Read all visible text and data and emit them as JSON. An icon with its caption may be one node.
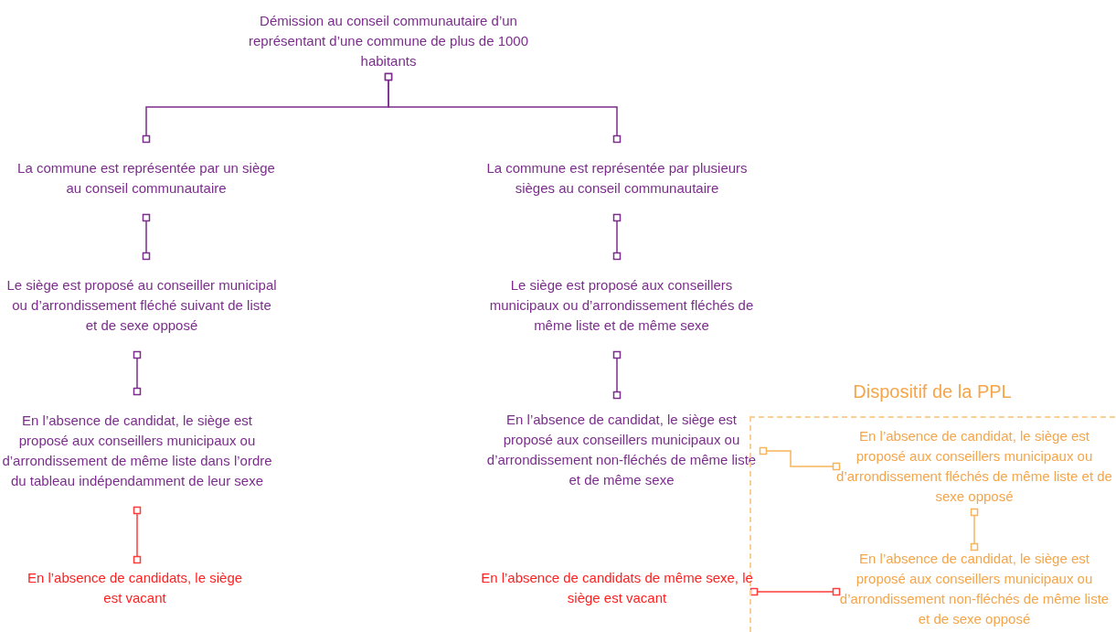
{
  "diagram": {
    "nodes": [
      {
        "text": [
          "Démission au conseil communautaire d’un représentant d’une commune de plus de 1000 habitants"
        ]
      },
      {
        "text": [
          "La commune est représentée par un siège au conseil communautaire"
        ]
      },
      {
        "text": [
          "La commune est représentée par plusieurs sièges au conseil communautaire"
        ]
      },
      {
        "text": [
          "Le siège est proposé au conseiller municipal ou d’arrondissement fléché suivant de liste et de sexe opposé"
        ]
      },
      {
        "text": [
          "Le siège est proposé aux conseillers municipaux ou d’arrondissement fléchés de même liste et de même sexe"
        ]
      },
      {
        "text": [
          "En l’absence de candidat, le siège est proposé aux conseillers municipaux ou d’arrondissement de même liste dans l’ordre du tableau indépendamment de leur sexe"
        ]
      },
      {
        "text": [
          "En l’absence de candidat, le siège est proposé aux conseillers municipaux ou d’arrondissement non-fléchés de même liste et de même sexe"
        ]
      },
      {
        "text": [
          "Dispositif de la PPL"
        ]
      },
      {
        "text": [
          "En l’absence de candidat, le siège est proposé aux conseillers municipaux ou d’arrondissement fléchés de même liste et de sexe opposé"
        ],
        "in": 7
      },
      {
        "text": [
          "En l’absence de candidats, le siège est vacant"
        ]
      },
      {
        "text": [
          "En l’absence de candidats de même sexe, le siège est vacant"
        ]
      },
      {
        "text": [
          "En l’absence de candidat, le siège est proposé aux conseillers municipaux ou d’arrondissement non-fléchés de même liste et de sexe opposé"
        ],
        "in": 7
      }
    ],
    "edges": [
      {
        "from": 0,
        "to": 1,
        "arrow": "other"
      },
      {
        "from": 0,
        "to": 2,
        "arrow": "other"
      },
      {
        "from": 1,
        "to": 3,
        "arrow": "other"
      },
      {
        "from": 2,
        "to": 4,
        "arrow": "other"
      },
      {
        "from": 3,
        "to": 5,
        "arrow": "other"
      },
      {
        "from": 4,
        "to": 6,
        "arrow": "other"
      },
      {
        "from": 5,
        "to": 9,
        "arrow": "other",
        "color": "#ff3b3b"
      },
      {
        "from": 6,
        "to": 8,
        "arrow": "other",
        "color": "#f7b45c"
      },
      {
        "from": 8,
        "to": 11,
        "arrow": "other",
        "color": "#f7b45c"
      },
      {
        "from": 10,
        "to": 11,
        "arrow": "other",
        "color": "#ff3b3b"
      }
    ]
  }
}
